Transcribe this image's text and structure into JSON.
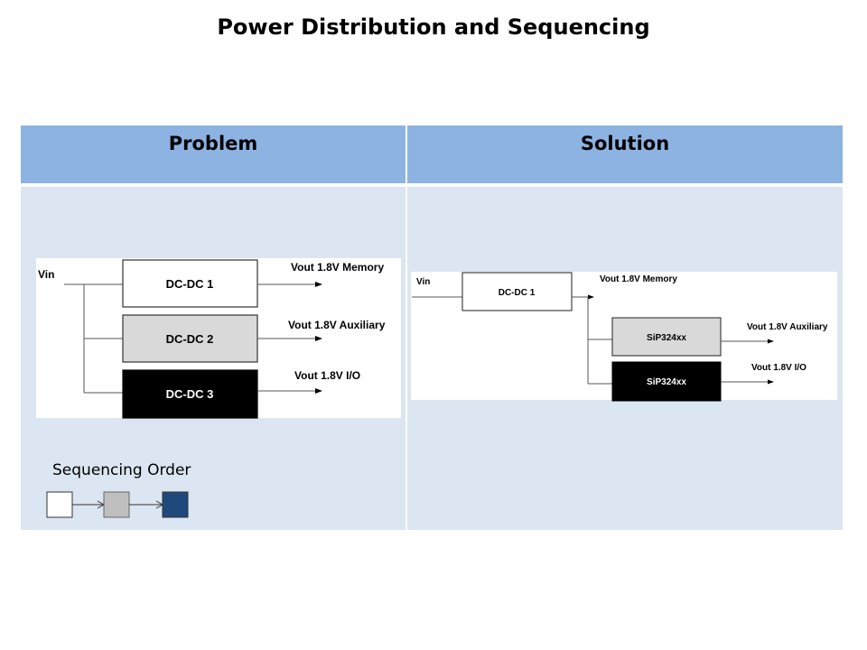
{
  "title": "Power Distribution and Sequencing",
  "table": {
    "headers": [
      "Problem",
      "Solution"
    ]
  },
  "problem": {
    "vin_label": "Vin",
    "blocks": [
      {
        "label": "DC-DC 1",
        "fill": "#ffffff",
        "text_color": "#000000",
        "output": "Vout 1.8V Memory"
      },
      {
        "label": "DC-DC 2",
        "fill": "#d9d9d9",
        "text_color": "#000000",
        "output": "Vout 1.8V Auxiliary"
      },
      {
        "label": "DC-DC 3",
        "fill": "#000000",
        "text_color": "#ffffff",
        "output": "Vout 1.8V I/O"
      }
    ],
    "sequencing": {
      "label": "Sequencing Order",
      "steps": [
        {
          "color": "#ffffff"
        },
        {
          "color": "#bfbfbf"
        },
        {
          "color": "#1f497d"
        }
      ]
    }
  },
  "solution": {
    "vin_label": "Vin",
    "main_block": {
      "label": "DC-DC 1",
      "fill": "#ffffff",
      "text_color": "#000000",
      "output": "Vout 1.8V Memory"
    },
    "sub_blocks": [
      {
        "label": "SiP324xx",
        "fill": "#d9d9d9",
        "text_color": "#000000",
        "output": "Vout 1.8V Auxiliary"
      },
      {
        "label": "SiP324xx",
        "fill": "#000000",
        "text_color": "#ffffff",
        "output": "Vout 1.8V I/O"
      }
    ]
  }
}
